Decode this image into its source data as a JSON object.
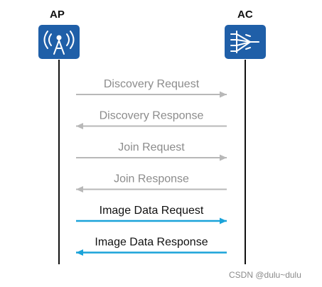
{
  "participants": {
    "ap": {
      "label": "AP",
      "icon": "wireless-access-point-icon"
    },
    "ac": {
      "label": "AC",
      "icon": "access-controller-icon"
    }
  },
  "colors": {
    "icon_bg": "#1f5fa8",
    "inactive": "#b8b8b8",
    "inactive_text": "#8c8c8c",
    "active": "#1aa3d9",
    "active_text": "#111111",
    "lifeline": "#111111"
  },
  "messages": [
    {
      "label": "Discovery Request",
      "direction": "ap-to-ac",
      "state": "inactive"
    },
    {
      "label": "Discovery Response",
      "direction": "ac-to-ap",
      "state": "inactive"
    },
    {
      "label": "Join Request",
      "direction": "ap-to-ac",
      "state": "inactive"
    },
    {
      "label": "Join Response",
      "direction": "ac-to-ap",
      "state": "inactive"
    },
    {
      "label": "Image Data Request",
      "direction": "ap-to-ac",
      "state": "active"
    },
    {
      "label": "Image Data Response",
      "direction": "ac-to-ap",
      "state": "active"
    }
  ],
  "watermark": "CSDN @dulu~dulu"
}
